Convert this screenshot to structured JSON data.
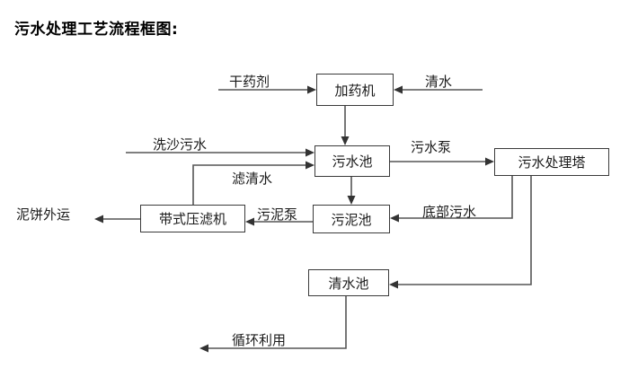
{
  "title": "污水处理工艺流程框图:",
  "diagram": {
    "type": "flowchart",
    "nodes": [
      {
        "id": "dosing-machine",
        "label": "加药机"
      },
      {
        "id": "sewage-pool",
        "label": "污水池"
      },
      {
        "id": "treatment-tower",
        "label": "污水处理塔"
      },
      {
        "id": "belt-filter",
        "label": "带式压滤机"
      },
      {
        "id": "sludge-pool",
        "label": "污泥池"
      },
      {
        "id": "clean-pool",
        "label": "清水池"
      }
    ],
    "edge_labels": [
      {
        "id": "dry-agent",
        "label": "干药剂"
      },
      {
        "id": "clean-water-in",
        "label": "清水"
      },
      {
        "id": "sand-wash-water",
        "label": "洗沙污水"
      },
      {
        "id": "filtrate-water",
        "label": "滤清水"
      },
      {
        "id": "sewage-pump",
        "label": "污水泵"
      },
      {
        "id": "sludge-pump",
        "label": "污泥泵"
      },
      {
        "id": "bottom-sewage",
        "label": "底部污水"
      },
      {
        "id": "mud-cake-out",
        "label": "泥饼外运"
      },
      {
        "id": "recycle-use",
        "label": "循环利用"
      }
    ]
  },
  "colors": {
    "box_border": "#3a3a3a",
    "wire": "#555555",
    "text": "#1a1a1a",
    "background": "#ffffff"
  }
}
